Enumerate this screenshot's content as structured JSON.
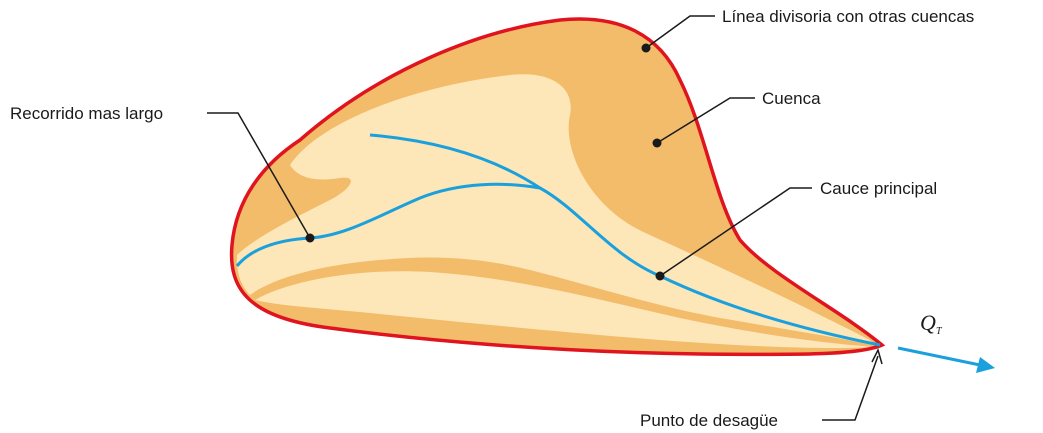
{
  "labels": {
    "divide": "Línea divisoria con otras cuencas",
    "basin": "Cuenca",
    "channel": "Cauce principal",
    "longest_path": "Recorrido mas largo",
    "outlet": "Punto de desagüe"
  },
  "flow": {
    "symbol": "Q",
    "subscript": "T"
  },
  "colors": {
    "basin_fill": "#f2bc6b",
    "inner_fill": "#fde6b8",
    "divide_line": "#e0141e",
    "river": "#1aa0dc",
    "leader": "#1a1a1a"
  }
}
